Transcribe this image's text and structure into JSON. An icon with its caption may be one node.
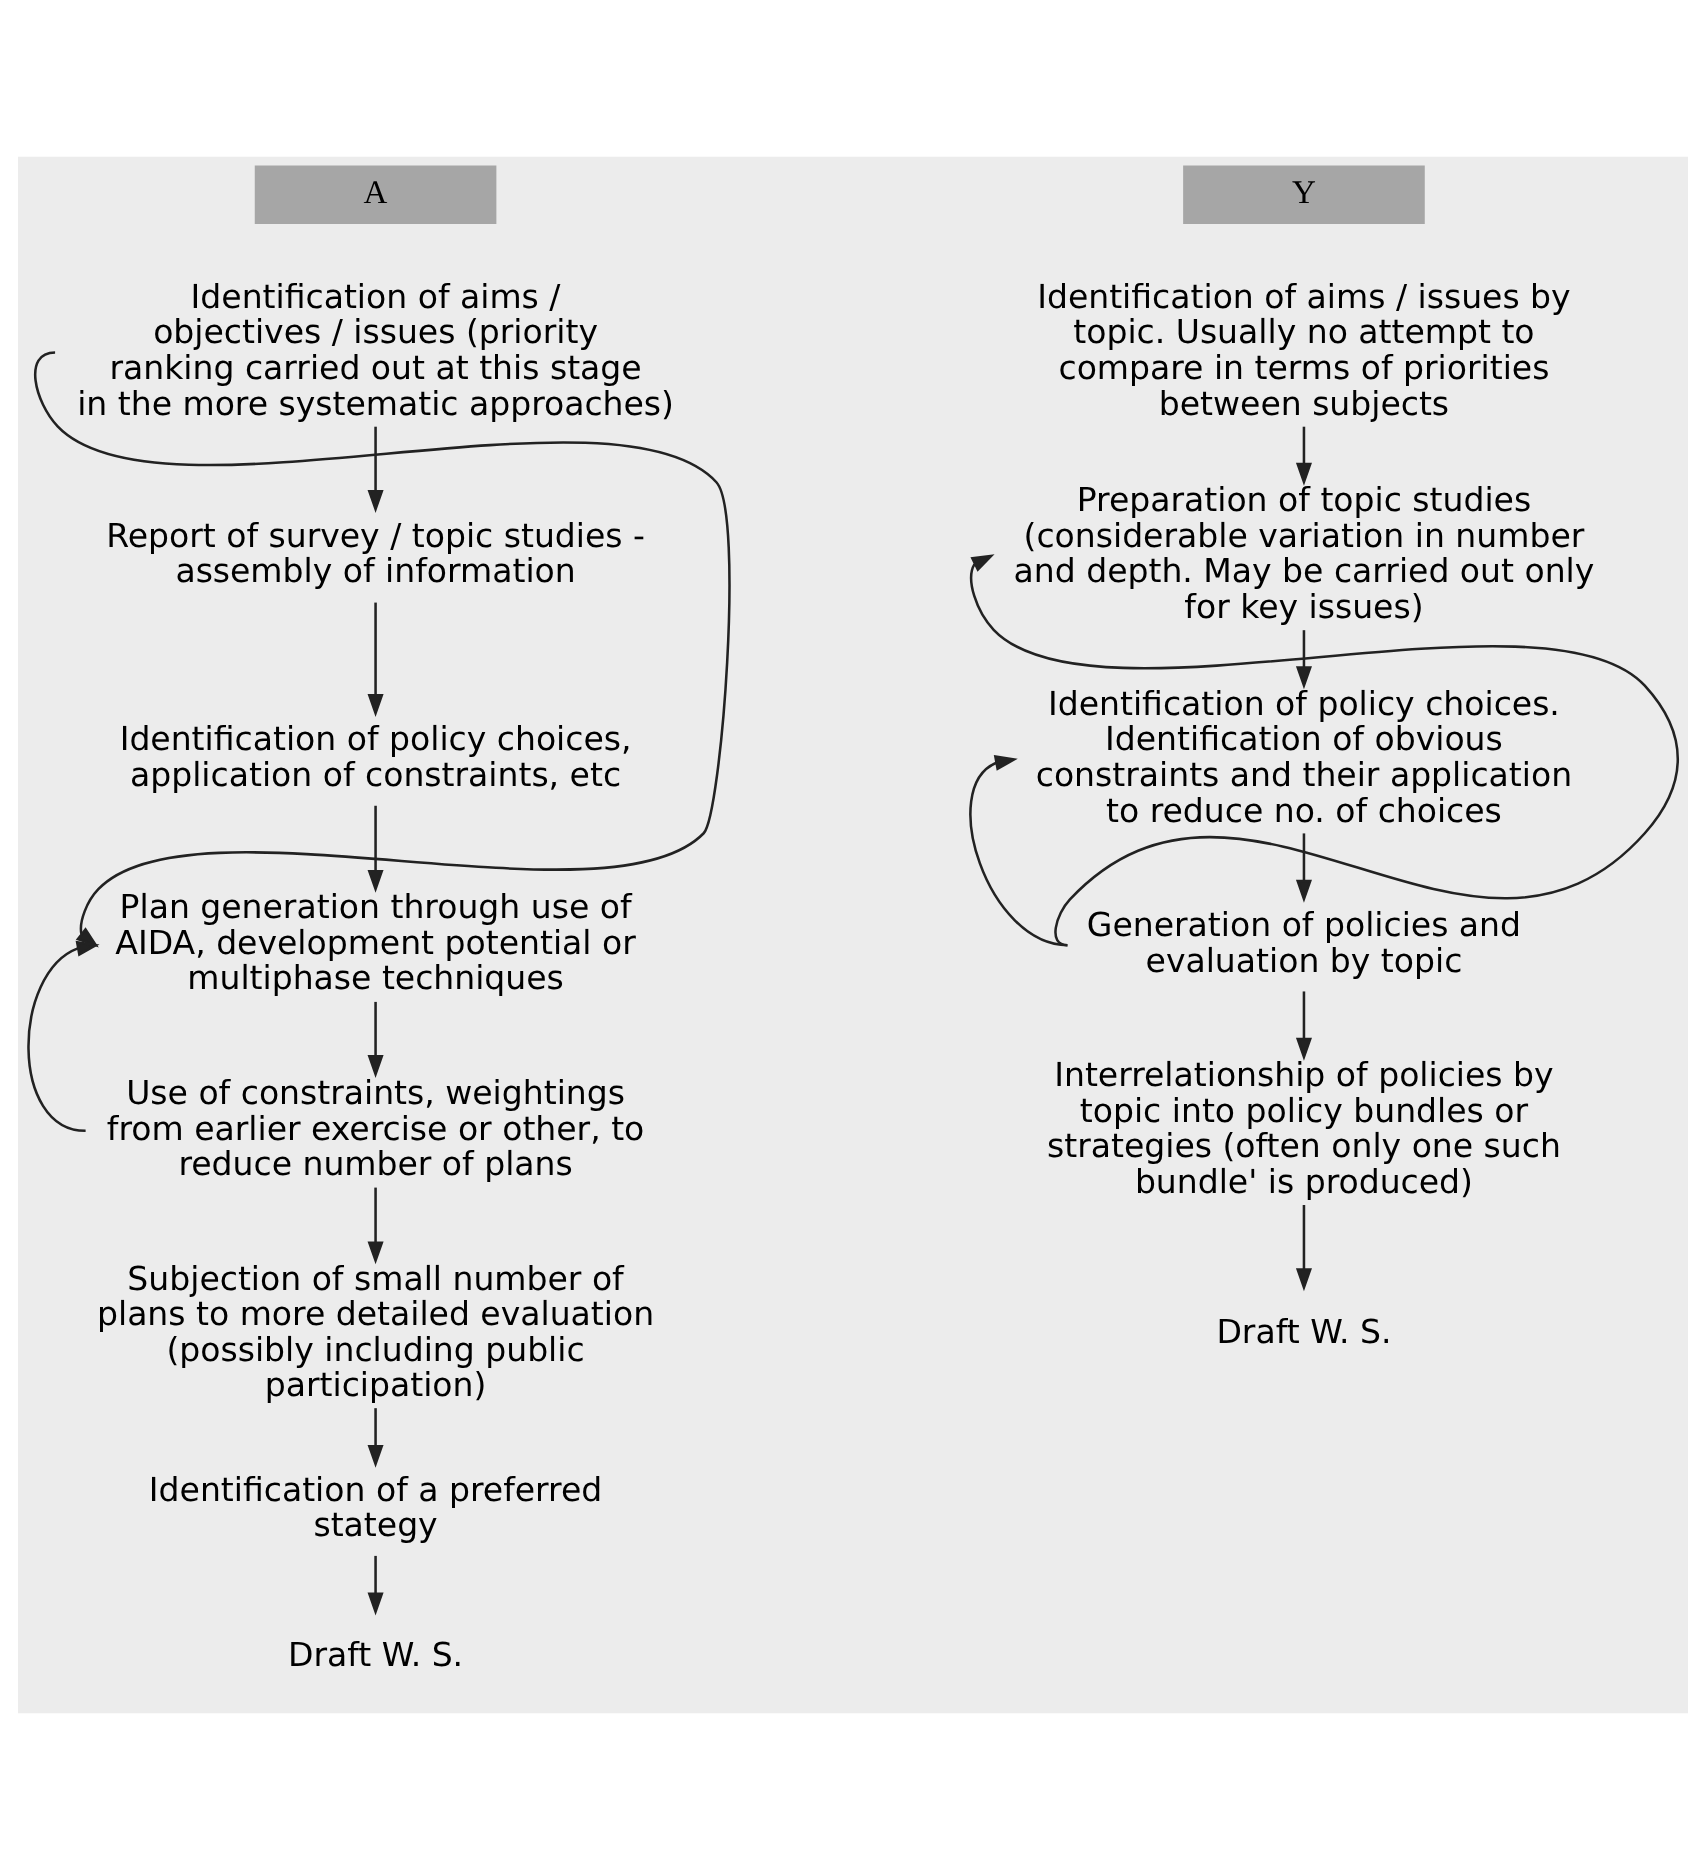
{
  "diagram": {
    "nodes": [
      {
        "text": [
          "A"
        ]
      },
      {
        "text": [
          "Identification of aims / objectives / issues (priority ranking carried out at this stage in the more systematic approaches)"
        ]
      },
      {
        "text": [
          "Report of survey / topic studies - assembly of information"
        ]
      },
      {
        "text": [
          "Identification of policy choices, application of constraints, etc"
        ]
      },
      {
        "text": [
          "Plan generation through use of AIDA, development potential or multiphase techniques"
        ]
      },
      {
        "text": [
          "Use of constraints, weightings from earlier exercise or other, to reduce number of plans"
        ]
      },
      {
        "text": [
          "Subjection of small number of plans to more detailed evaluation (possibly including public participation)"
        ]
      },
      {
        "text": [
          "Identification of a preferred stategy"
        ]
      },
      {
        "text": [
          "Draft W. S."
        ]
      },
      {
        "text": [
          "Y"
        ]
      },
      {
        "text": [
          "Identification of aims / issues by topic. Usually no attempt to compare in terms of priorities between subjects"
        ]
      },
      {
        "text": [
          "Preparation of topic studies (considerable variation in number and depth. May be carried out only for key issues)"
        ]
      },
      {
        "text": [
          "Identification of policy choices. Identification of obvious constraints and their application to reduce no. of choices"
        ]
      },
      {
        "text": [
          "Generation of policies and evaluation by topic"
        ]
      },
      {
        "text": [
          "Interrelationship of policies by topic into policy bundles or strategies (often only one such bundle' is produced)"
        ]
      },
      {
        "text": [
          "Draft W. S."
        ]
      }
    ],
    "edges": [
      {
        "from": 1,
        "to": 2,
        "arrow": "to"
      },
      {
        "from": 2,
        "to": 3,
        "arrow": "to"
      },
      {
        "from": 3,
        "to": 4,
        "arrow": "to"
      },
      {
        "from": 4,
        "to": 5,
        "arrow": "to"
      },
      {
        "from": 5,
        "to": 6,
        "arrow": "to"
      },
      {
        "from": 6,
        "to": 7,
        "arrow": "to"
      },
      {
        "from": 7,
        "to": 8,
        "arrow": "to"
      },
      {
        "from": 1,
        "to": 4,
        "arrow": "to"
      },
      {
        "from": 5,
        "to": 4,
        "arrow": "to"
      },
      {
        "from": 10,
        "to": 11,
        "arrow": "to"
      },
      {
        "from": 11,
        "to": 12,
        "arrow": "to"
      },
      {
        "from": 12,
        "to": 13,
        "arrow": "to"
      },
      {
        "from": 13,
        "to": 14,
        "arrow": "to"
      },
      {
        "from": 14,
        "to": 15,
        "arrow": "to"
      },
      {
        "from": 13,
        "to": 11,
        "arrow": "to"
      },
      {
        "from": 13,
        "to": 12,
        "arrow": "to"
      }
    ]
  }
}
